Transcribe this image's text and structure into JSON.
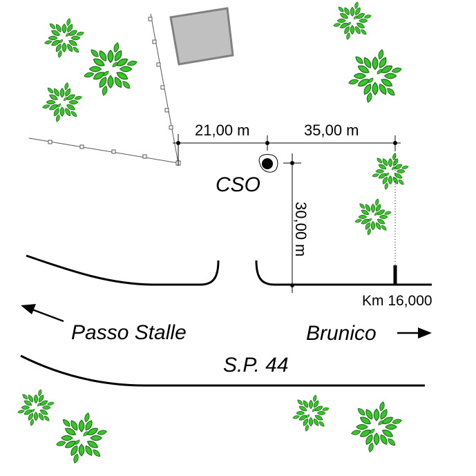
{
  "measurements": {
    "left_distance": "21,00 m",
    "right_distance": "35,00 m",
    "vertical_distance": "30,00 m"
  },
  "station": {
    "label": "CSO"
  },
  "milestone": {
    "label": "Km 16,000"
  },
  "road": {
    "name": "S.P. 44",
    "direction_left": "Passo Stalle",
    "direction_right": "Brunico"
  },
  "colors": {
    "tree_fill": "#39c42b",
    "tree_stroke": "#1f6d18",
    "building_fill": "#c0c0c0",
    "building_stroke": "#808080",
    "line": "#000000"
  },
  "icons": {
    "tree": "tree-icon",
    "building": "building-icon",
    "station": "station-marker-icon",
    "arrow_left": "arrow-left-icon",
    "arrow_right": "arrow-right-icon"
  }
}
